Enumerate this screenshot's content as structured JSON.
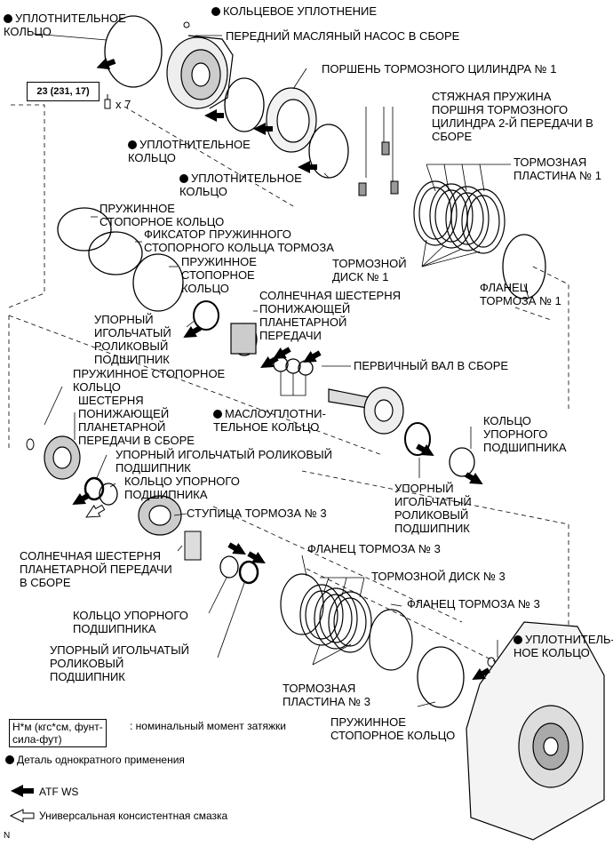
{
  "labels": {
    "o_ring": "КОЛЬЦЕВОЕ УПЛОТНЕНИЕ",
    "seal_ring_top": "УПЛОТНИТЕЛЬНОЕ\nКОЛЬЦО",
    "front_pump": "ПЕРЕДНИЙ МАСЛЯНЫЙ НАСОС В СБОРЕ",
    "brake_piston": "ПОРШЕНЬ ТОРМОЗНОГО ЦИЛИНДРА № 1",
    "torque_spec": "23 (231, 17)",
    "bolt_count": "x 7",
    "return_spring": "СТЯЖНАЯ ПРУЖИНА\nПОРШНЯ ТОРМОЗНОГО\nЦИЛИНДРА 2-Й ПЕРЕДАЧИ В\nСБОРЕ",
    "seal_ring_mid1": "УПЛОТНИТЕЛЬНОЕ\nКОЛЬЦО",
    "brake_plate_1": "ТОРМОЗНАЯ\nПЛАСТИНА № 1",
    "seal_ring_mid2": "УПЛОТНИТЕЛЬНОЕ\nКОЛЬЦО",
    "snap_ring_1": "ПРУЖИННОЕ\nСТОПОРНОЕ КОЛЬЦО",
    "snap_retainer": "ФИКСАТОР ПРУЖИННОГО\nСТОПОРНОГО КОЛЬЦА ТОРМОЗА",
    "brake_disc_1": "ТОРМОЗНОЙ\nДИСК № 1",
    "snap_ring_2": "ПРУЖИННОЕ\nСТОПОРНОЕ\nКОЛЬЦО",
    "sun_gear_under": "СОЛНЕЧНАЯ ШЕСТЕРНЯ\nПОНИЖАЮЩЕЙ\nПЛАНЕТАРНОЙ\nПЕРЕДАЧИ",
    "brake_flange_1": "ФЛАНЕЦ\nТОРМОЗА № 1",
    "needle_bearing_1": "УПОРНЫЙ\nИГОЛЬЧАТЫЙ\nРОЛИКОВЫЙ\nПОДШИПНИК",
    "input_shaft": "ПЕРВИЧНЫЙ ВАЛ В СБОРЕ",
    "snap_ring_3": "ПРУЖИННОЕ СТОПОРНОЕ\nКОЛЬЦО",
    "oil_seal_rings": "МАСЛОУПЛОТНИ-\nТЕЛЬНОЕ КОЛЬЦО",
    "under_gear_assy": "ШЕСТЕРНЯ\nПОНИЖАЮЩЕЙ\nПЛАНЕТАРНОЙ\nПЕРЕДАЧИ В СБОРЕ",
    "bearing_race_1": "КОЛЬЦО\nУПОРНОГО\nПОДШИПНИКА",
    "needle_bearing_2": "УПОРНЫЙ ИГОЛЬЧАТЫЙ РОЛИКОВЫЙ\nПОДШИПНИК",
    "bearing_race_2": "КОЛЬЦО УПОРНОГО\nПОДШИПНИКА",
    "needle_bearing_3": "УПОРНЫЙ\nИГОЛЬЧАТЫЙ\nРОЛИКОВЫЙ\nПОДШИПНИК",
    "brake_hub_3": "СТУПИЦА ТОРМОЗА № 3",
    "sun_gear_planet": "СОЛНЕЧНАЯ ШЕСТЕРНЯ\nПЛАНЕТАРНОЙ ПЕРЕДАЧИ\nВ СБОРЕ",
    "brake_flange_3a": "ФЛАНЕЦ ТОРМОЗА № 3",
    "brake_disc_3": "ТОРМОЗНОЙ ДИСК № 3",
    "brake_flange_3b": "ФЛАНЕЦ ТОРМОЗА № 3",
    "bearing_race_3": "КОЛЬЦО УПОРНОГО\nПОДШИПНИКА",
    "needle_bearing_4": "УПОРНЫЙ ИГОЛЬЧАТЫЙ\nРОЛИКОВЫЙ\nПОДШИПНИК",
    "seal_ring_case": "УПЛОТНИТЕЛЬ-\nНОЕ КОЛЬЦО",
    "brake_plate_3": "ТОРМОЗНАЯ\nПЛАСТИНА № 3",
    "snap_ring_4": "ПРУЖИННОЕ\nСТОПОРНОЕ КОЛЬЦО"
  },
  "legend": {
    "torque_box": "Н*м (кгс*см, фунт-\nсила-фут)",
    "torque_text": ": номинальный момент затяжки",
    "single_use": "Деталь однократного применения",
    "atf": "ATF WS",
    "grease": "Универсальная консистентная смазка",
    "footer": "N"
  }
}
